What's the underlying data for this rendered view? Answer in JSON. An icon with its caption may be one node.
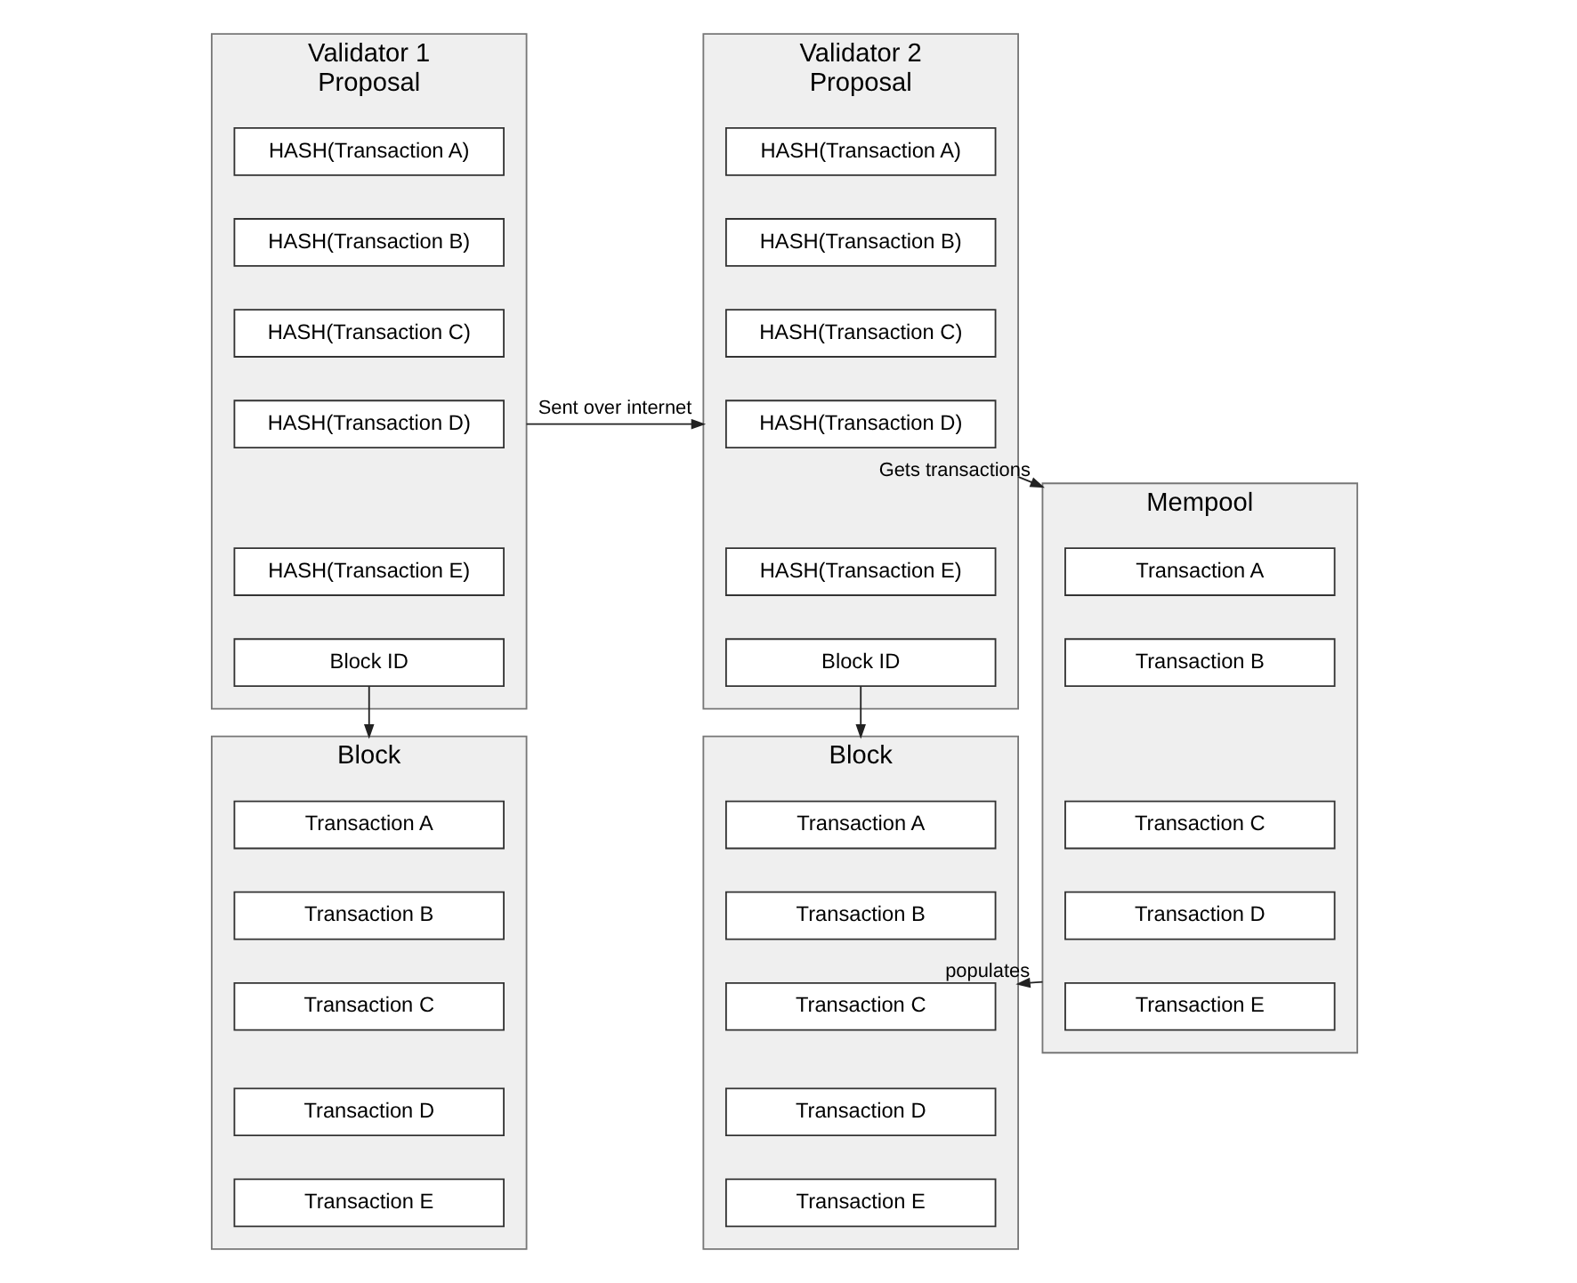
{
  "diagram": {
    "nodes": [
      {
        "text": [
          "Validator 1",
          "Proposal"
        ]
      },
      {
        "text": [
          "HASH(Transaction A)"
        ],
        "in": 0
      },
      {
        "text": [
          "HASH(Transaction B)"
        ],
        "in": 0
      },
      {
        "text": [
          "HASH(Transaction C)"
        ],
        "in": 0
      },
      {
        "text": [
          "HASH(Transaction D)"
        ],
        "in": 0
      },
      {
        "text": [
          "HASH(Transaction E)"
        ],
        "in": 0
      },
      {
        "text": [
          "Block ID"
        ],
        "in": 0
      },
      {
        "text": [
          "Block"
        ]
      },
      {
        "text": [
          "Transaction A"
        ],
        "in": 7
      },
      {
        "text": [
          "Transaction B"
        ],
        "in": 7
      },
      {
        "text": [
          "Transaction C"
        ],
        "in": 7
      },
      {
        "text": [
          "Transaction D"
        ],
        "in": 7
      },
      {
        "text": [
          "Transaction E"
        ],
        "in": 7
      },
      {
        "text": [
          "Validator 2",
          "Proposal"
        ]
      },
      {
        "text": [
          "HASH(Transaction A)"
        ],
        "in": 13
      },
      {
        "text": [
          "HASH(Transaction B)"
        ],
        "in": 13
      },
      {
        "text": [
          "HASH(Transaction C)"
        ],
        "in": 13
      },
      {
        "text": [
          "HASH(Transaction D)"
        ],
        "in": 13
      },
      {
        "text": [
          "HASH(Transaction E)"
        ],
        "in": 13
      },
      {
        "text": [
          "Block ID"
        ],
        "in": 13
      },
      {
        "text": [
          "Mempool"
        ]
      },
      {
        "text": [
          "Transaction A"
        ],
        "in": 20
      },
      {
        "text": [
          "Transaction B"
        ],
        "in": 20
      },
      {
        "text": [
          "Transaction C"
        ],
        "in": 20
      },
      {
        "text": [
          "Transaction D"
        ],
        "in": 20
      },
      {
        "text": [
          "Transaction E"
        ],
        "in": 20
      },
      {
        "text": [
          "Block"
        ]
      },
      {
        "text": [
          "Transaction A"
        ],
        "in": 26
      },
      {
        "text": [
          "Transaction B"
        ],
        "in": 26
      },
      {
        "text": [
          "Transaction C"
        ],
        "in": 26
      },
      {
        "text": [
          "Transaction D"
        ],
        "in": 26
      },
      {
        "text": [
          "Transaction E"
        ],
        "in": 26
      }
    ],
    "edges": [
      {
        "from": 0,
        "to": 13,
        "arrow": "to",
        "label": "Sent over internet"
      },
      {
        "from": 6,
        "to": 7,
        "arrow": "to"
      },
      {
        "from": 13,
        "to": 20,
        "arrow": "to",
        "label": "Gets transactions"
      },
      {
        "from": 19,
        "to": 26,
        "arrow": "to"
      },
      {
        "from": 20,
        "to": 26,
        "arrow": "to",
        "label": "populates"
      }
    ]
  }
}
